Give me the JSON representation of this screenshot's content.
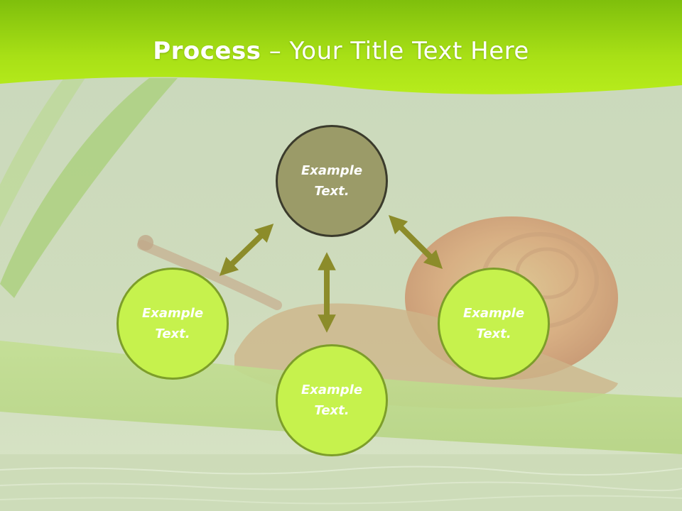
{
  "title": {
    "bold": "Process",
    "rest": " – Your Title Text Here"
  },
  "nodes": {
    "top": {
      "line1": "Example",
      "line2": "Text."
    },
    "left": {
      "line1": "Example",
      "line2": "Text."
    },
    "right": {
      "line1": "Example",
      "line2": "Text."
    },
    "bottom": {
      "line1": "Example",
      "line2": "Text."
    }
  },
  "colors": {
    "banner": "#a6e214",
    "top_circle": "#9b9b68",
    "green_circle": "#c6f24d",
    "arrow": "#8c8c2a",
    "background": "#d0ddc0"
  }
}
